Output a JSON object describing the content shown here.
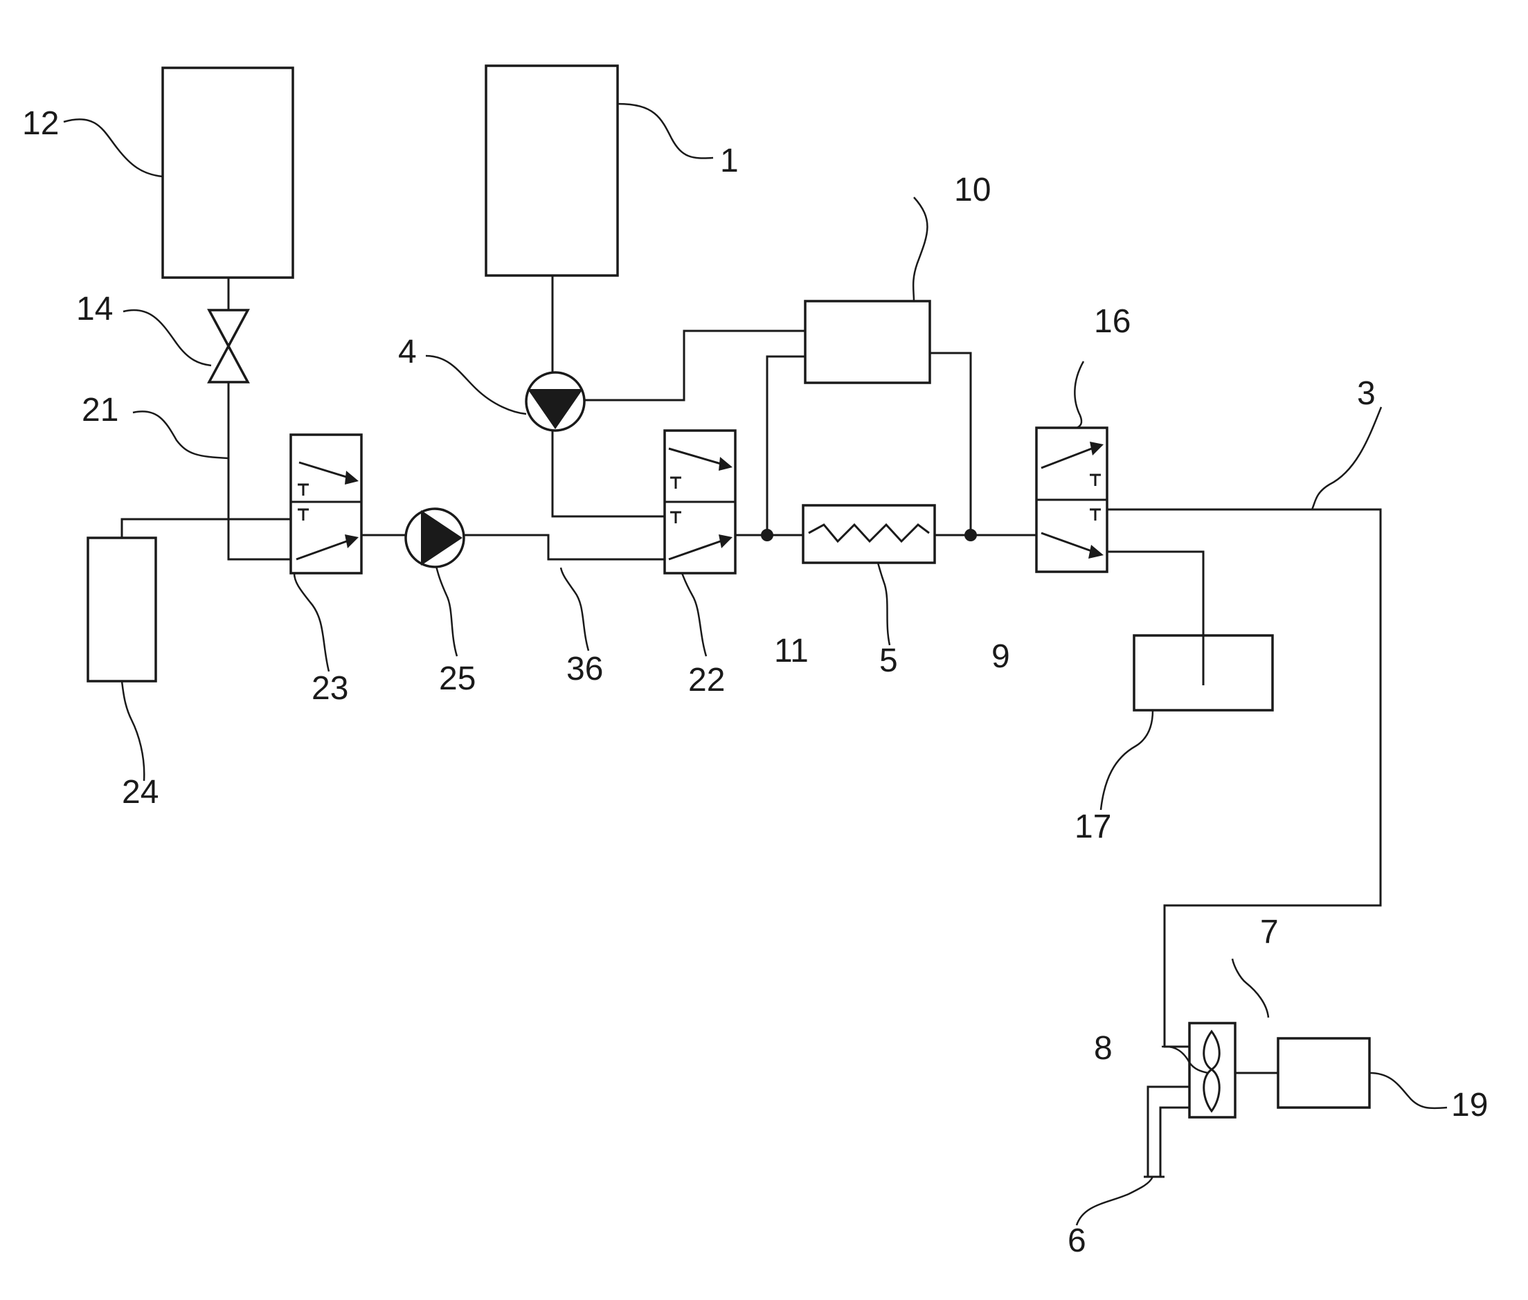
{
  "diagram": {
    "labels": {
      "l1": "1",
      "l3": "3",
      "l4": "4",
      "l5": "5",
      "l6": "6",
      "l7": "7",
      "l8": "8",
      "l9": "9",
      "l10": "10",
      "l11": "11",
      "l12": "12",
      "l14": "14",
      "l16": "16",
      "l17": "17",
      "l19": "19",
      "l21": "21",
      "l22": "22",
      "l23": "23",
      "l24": "24",
      "l25": "25",
      "l36": "36"
    }
  }
}
